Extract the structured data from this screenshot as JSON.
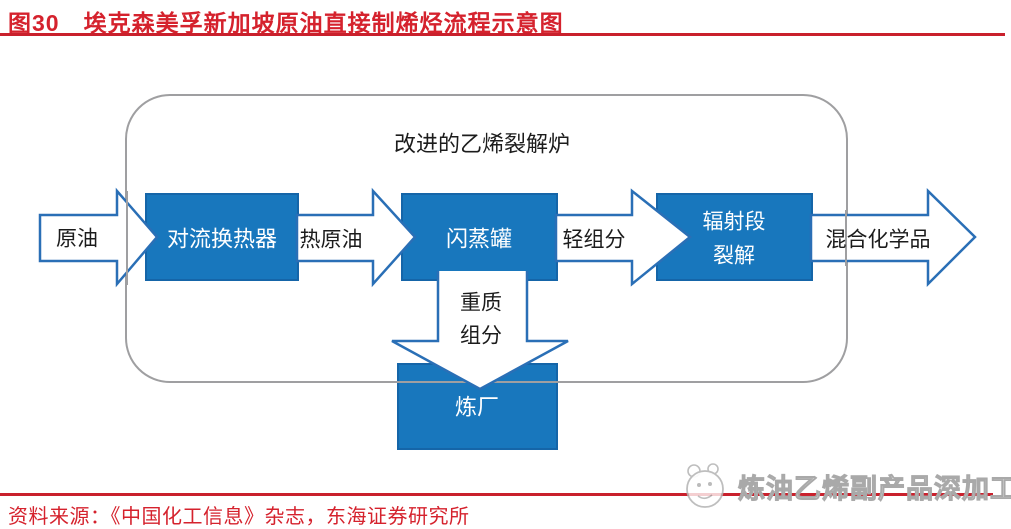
{
  "header": {
    "title": "图30　埃克森美孚新加坡原油直接制烯烃流程示意图"
  },
  "diagram": {
    "furnace_label": "改进的乙烯裂解炉",
    "nodes": {
      "convection": "对流换热器",
      "flash_tank": "闪蒸罐",
      "radiant_line1": "辐射段",
      "radiant_line2": "裂解",
      "refinery": "炼厂"
    },
    "flows": {
      "crude": "原油",
      "hot_crude": "热原油",
      "light": "轻组分",
      "mixed": "混合化学品",
      "heavy_line1": "重质",
      "heavy_line2": "组分"
    },
    "colors": {
      "box_blue": "#1877bd",
      "box_border_blue": "#1565a8",
      "arrow_outline_blue": "#2a6fb6",
      "frame_gray": "#9f9fa1"
    }
  },
  "footer": {
    "source": "资料来源：《中国化工信息》杂志，东海证券研究所"
  },
  "watermark": {
    "logo_icon": "cartoon-face-mascot-icon",
    "text": "炼油乙烯副产品深加工"
  },
  "colors": {
    "accent_red": "#d5222d"
  }
}
